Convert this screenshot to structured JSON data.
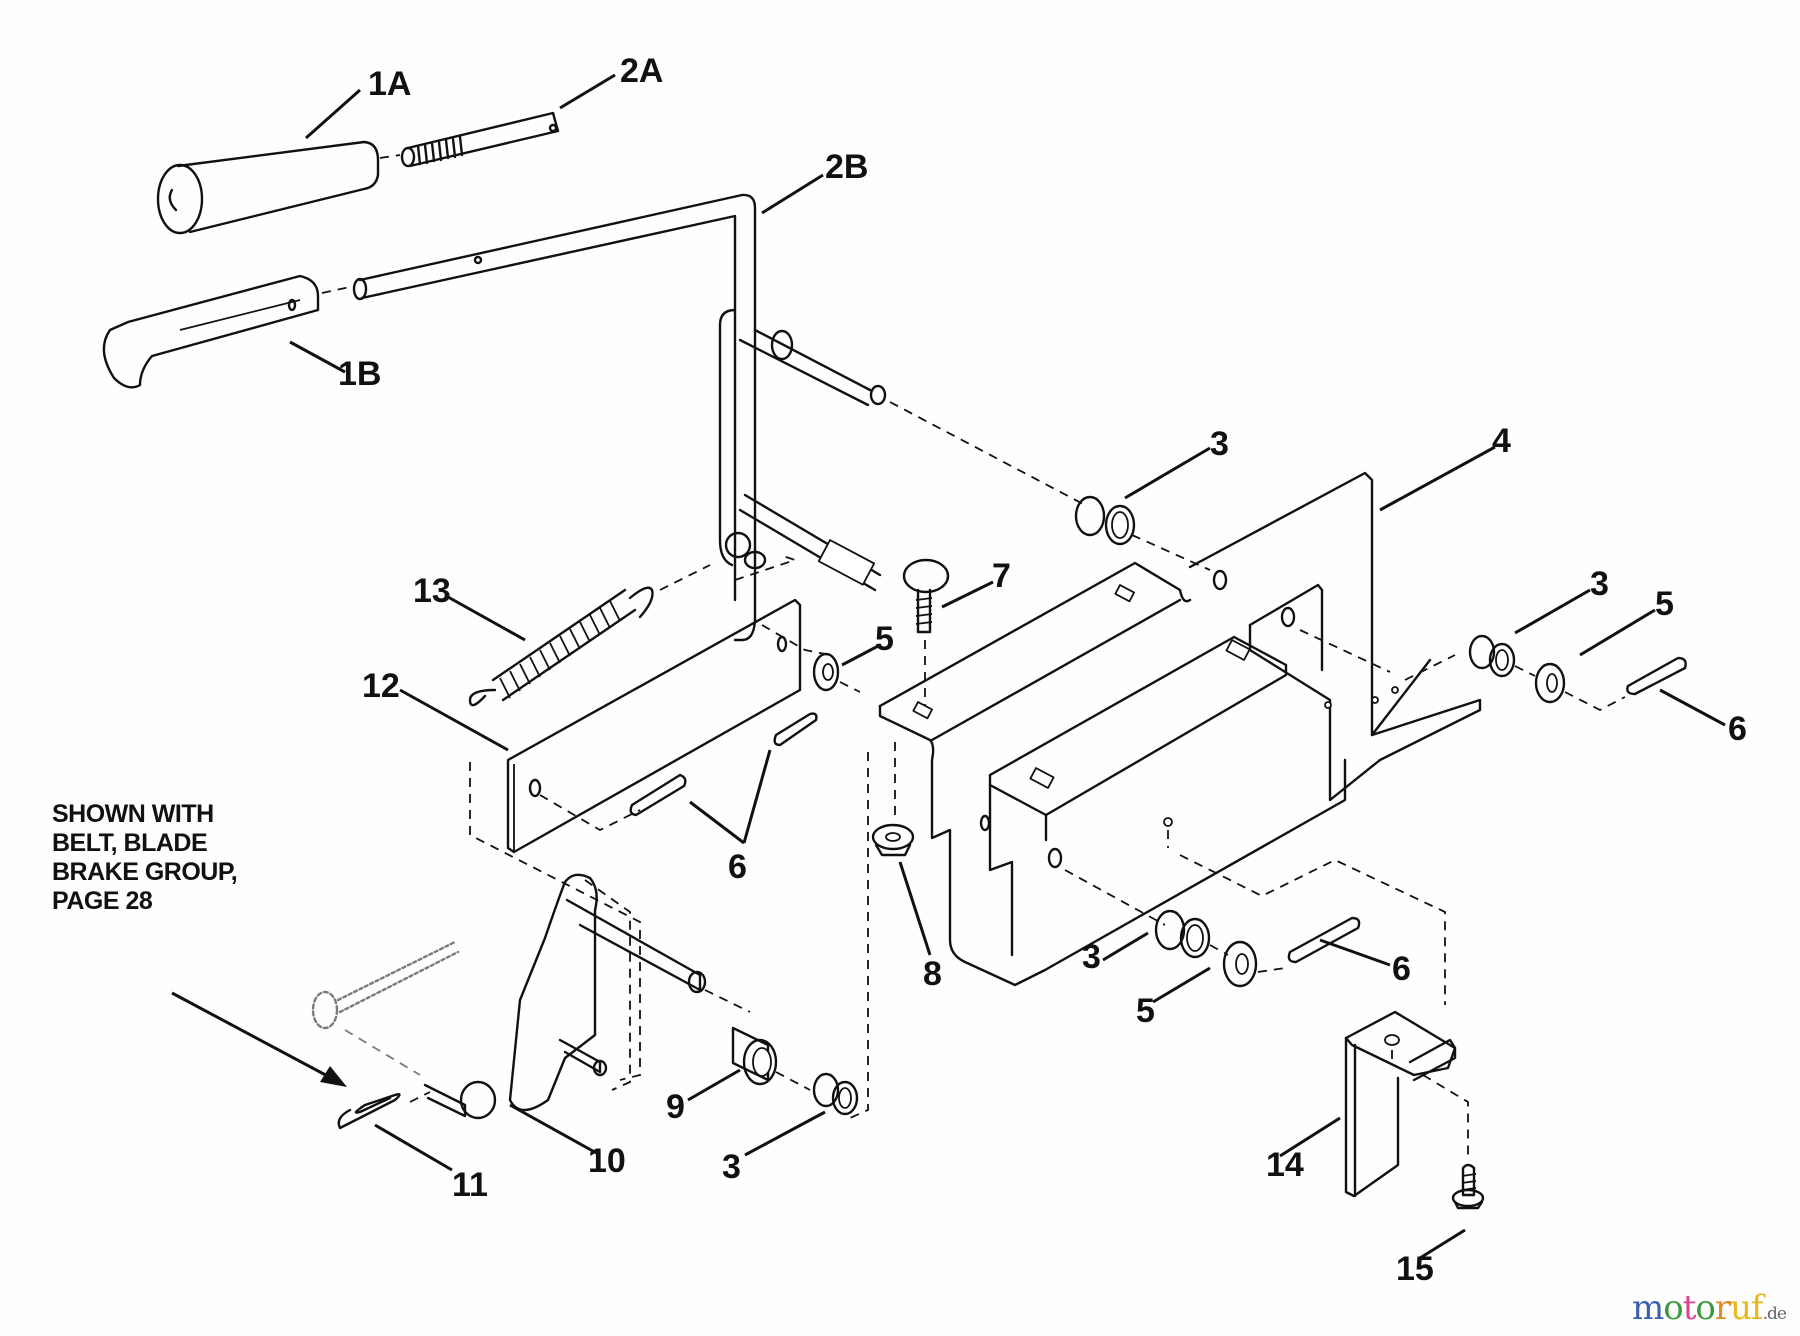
{
  "diagram": {
    "type": "exploded-parts-view",
    "callouts": [
      {
        "id": "1A",
        "part": "grip-1a"
      },
      {
        "id": "2A",
        "part": "threaded-rod-2a"
      },
      {
        "id": "2B",
        "part": "lever-rod-2b"
      },
      {
        "id": "1B",
        "part": "handle-1b"
      },
      {
        "id": "3",
        "part": "bushing"
      },
      {
        "id": "4",
        "part": "mounting-bracket"
      },
      {
        "id": "3",
        "part": "bushing"
      },
      {
        "id": "5",
        "part": "washer"
      },
      {
        "id": "6",
        "part": "cotter-pin"
      },
      {
        "id": "7",
        "part": "carriage-bolt"
      },
      {
        "id": "13",
        "part": "extension-spring"
      },
      {
        "id": "12",
        "part": "link-bar"
      },
      {
        "id": "5",
        "part": "washer"
      },
      {
        "id": "6",
        "part": "cotter-pin"
      },
      {
        "id": "8",
        "part": "lock-nut"
      },
      {
        "id": "3",
        "part": "bushing"
      },
      {
        "id": "5",
        "part": "washer"
      },
      {
        "id": "6",
        "part": "cotter-pin"
      },
      {
        "id": "9",
        "part": "spacer"
      },
      {
        "id": "10",
        "part": "brake-arm"
      },
      {
        "id": "11",
        "part": "hairpin-clip"
      },
      {
        "id": "3",
        "part": "bushing"
      },
      {
        "id": "14",
        "part": "stop-bracket"
      },
      {
        "id": "15",
        "part": "screw"
      }
    ],
    "note": {
      "lines": [
        "SHOWN WITH",
        "BELT, BLADE",
        "BRAKE GROUP,",
        "PAGE 28"
      ]
    }
  },
  "watermark": {
    "letters": [
      {
        "ch": "m",
        "color": "#3a5fb0"
      },
      {
        "ch": "o",
        "color": "#3d9a3d"
      },
      {
        "ch": "t",
        "color": "#d9468f"
      },
      {
        "ch": "o",
        "color": "#3d9a3d"
      },
      {
        "ch": "r",
        "color": "#e58a1f"
      },
      {
        "ch": "u",
        "color": "#e8b81a"
      },
      {
        "ch": "f",
        "color": "#e8b81a"
      }
    ],
    "suffix": ".de"
  }
}
